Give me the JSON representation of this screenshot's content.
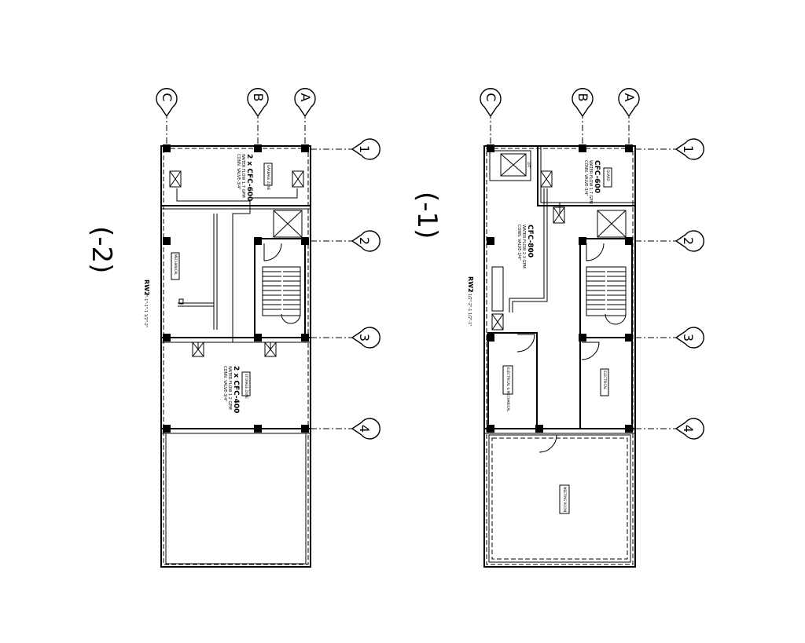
{
  "plans": [
    {
      "id": "minus-2",
      "title": "(-2)",
      "grid_columns": [
        "C",
        "B",
        "A"
      ],
      "grid_rows": [
        "1",
        "2",
        "3",
        "4"
      ],
      "unit_top_label": "2 x CFC-600",
      "unit_top_flow": "WATER FLOW 1.7 GPM",
      "unit_top_conn": "CONN. VALVE-3/4\"",
      "unit_bottom_label": "2 x CFC-400",
      "unit_bottom_flow": "WATER FLOW 1.2 GPM",
      "unit_bottom_conn": "CONN. VALVE-3/4\"",
      "rw_label": "RW2",
      "rw_pipe": "2\"-1\"-1\"-1 1/2\"-2\"",
      "room_tags": [
        "GARBAGE ZONE",
        "MECHANICAL",
        "STORAGE ZONE"
      ]
    },
    {
      "id": "minus-1",
      "title": "(-1)",
      "grid_columns": [
        "C",
        "B",
        "A"
      ],
      "grid_rows": [
        "1",
        "2",
        "3",
        "4"
      ],
      "unit_top_label": "CFC-600",
      "unit_top_flow": "WATER FLOW 1.7 GPM",
      "unit_top_conn": "CONN. VALVE-3/4\"",
      "unit_mid_label": "CFC-800",
      "unit_mid_flow": "WATER FLOW 2.3 GPM",
      "unit_mid_conn": "CONN. VALVE-3/4\"",
      "rw_label": "RW2",
      "rw_pipe": "2 1/2\"-2\"-1 1/2\"-1\"",
      "lift_label": "LIFT",
      "room_tags": [
        "ELECTRICAL",
        "ELECTRICAL & MECHANICAL",
        "MEETING ROOM",
        "GUARD"
      ]
    }
  ]
}
